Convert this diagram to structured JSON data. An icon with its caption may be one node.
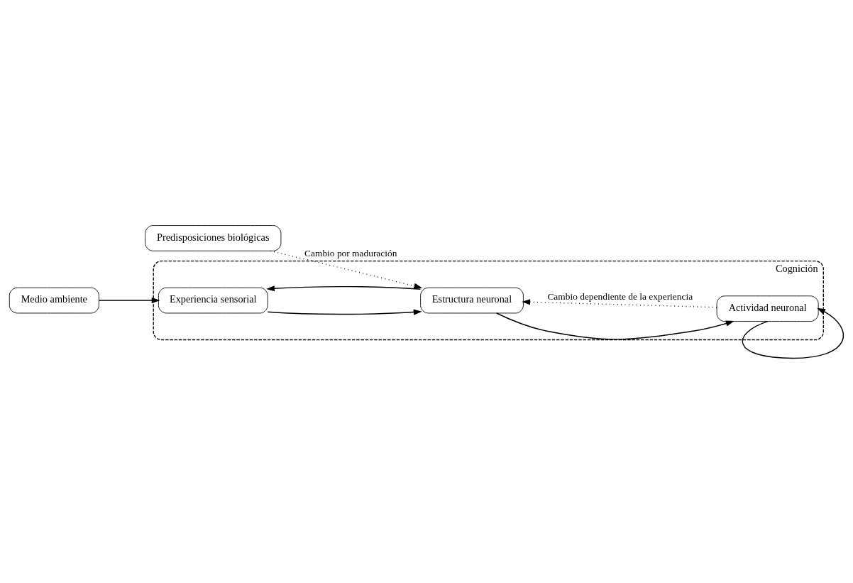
{
  "diagram": {
    "nodes": [
      {
        "text": [
          "Cognición"
        ]
      },
      {
        "text": [
          "Medio ambiente"
        ]
      },
      {
        "text": [
          "Experiencia sensorial"
        ],
        "in": 0
      },
      {
        "text": [
          "Estructura neuronal"
        ],
        "in": 0
      },
      {
        "text": [
          "Actividad neuronal"
        ],
        "in": 0
      },
      {
        "text": [
          "Predisposiciones biológicas"
        ]
      }
    ],
    "edges": [
      {
        "from": 1,
        "to": 2,
        "arrow": "to"
      },
      {
        "from": 2,
        "to": 3,
        "arrow": "to"
      },
      {
        "from": 3,
        "to": 2,
        "arrow": "to"
      },
      {
        "from": 3,
        "to": 4,
        "arrow": "to"
      },
      {
        "from": 4,
        "to": 4,
        "arrow": "to"
      },
      {
        "from": 4,
        "to": 3,
        "arrow": "to",
        "style": "dashed",
        "label": "Cambio dependiente de la experiencia"
      },
      {
        "from": 5,
        "to": 3,
        "arrow": "to",
        "style": "dashed",
        "label": "Cambio por maduración"
      }
    ]
  }
}
